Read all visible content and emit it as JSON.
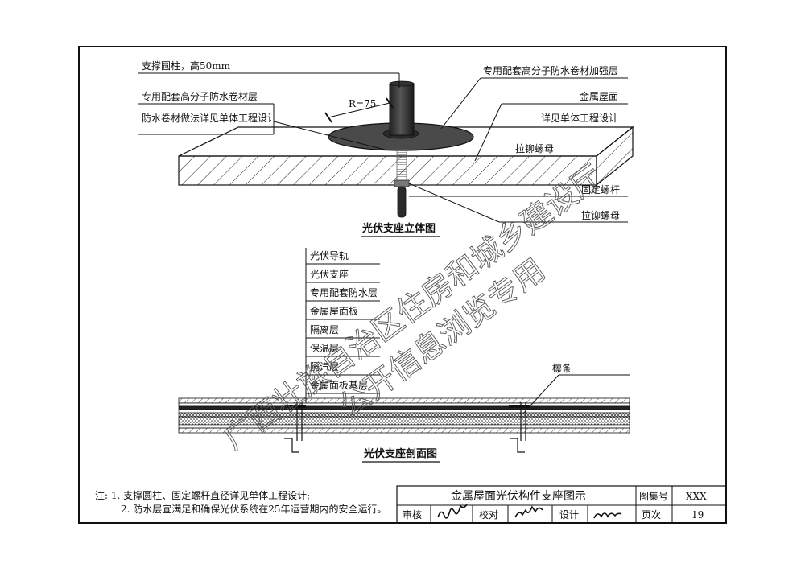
{
  "elevation": {
    "labels": {
      "support_column": "支撑圆柱，高50mm",
      "membrane_layer": "专用配套高分子防水卷材层",
      "membrane_note": "防水卷材做法详见单体工程设计",
      "radius": "R=75",
      "reinforcement": "专用配套高分子防水卷材加强层",
      "metal_roof": "金属屋面",
      "roof_note": "详见单体工程设计",
      "rivet_nut_top": "拉铆螺母",
      "fixing_bolt": "固定螺杆",
      "rivet_nut_bottom": "拉铆螺母"
    },
    "caption": "光伏支座立体图"
  },
  "section": {
    "layers": [
      "光伏导轨",
      "光伏支座",
      "专用配套防水层",
      "金属屋面板",
      "隔离层",
      "保温层",
      "隔汽层",
      "金属面板基层"
    ],
    "purlin": "檩条",
    "caption": "光伏支座剖面图"
  },
  "notes": {
    "line1": "注: 1. 支撑圆柱、固定螺杆直径详见单体工程设计;",
    "line2": "2. 防水层宜满足和确保光伏系统在25年运营期内的安全运行。"
  },
  "title_block": {
    "title": "金属屋面光伏构件支座图示",
    "atlas_label": "图集号",
    "atlas_value": "XXX",
    "review_label": "审核",
    "check_label": "校对",
    "design_label": "设计",
    "page_label": "页次",
    "page_value": "19"
  },
  "watermark": {
    "line1": "广西壮族自治区住房和城乡建设厅",
    "line2": "公开信息浏览专用"
  }
}
